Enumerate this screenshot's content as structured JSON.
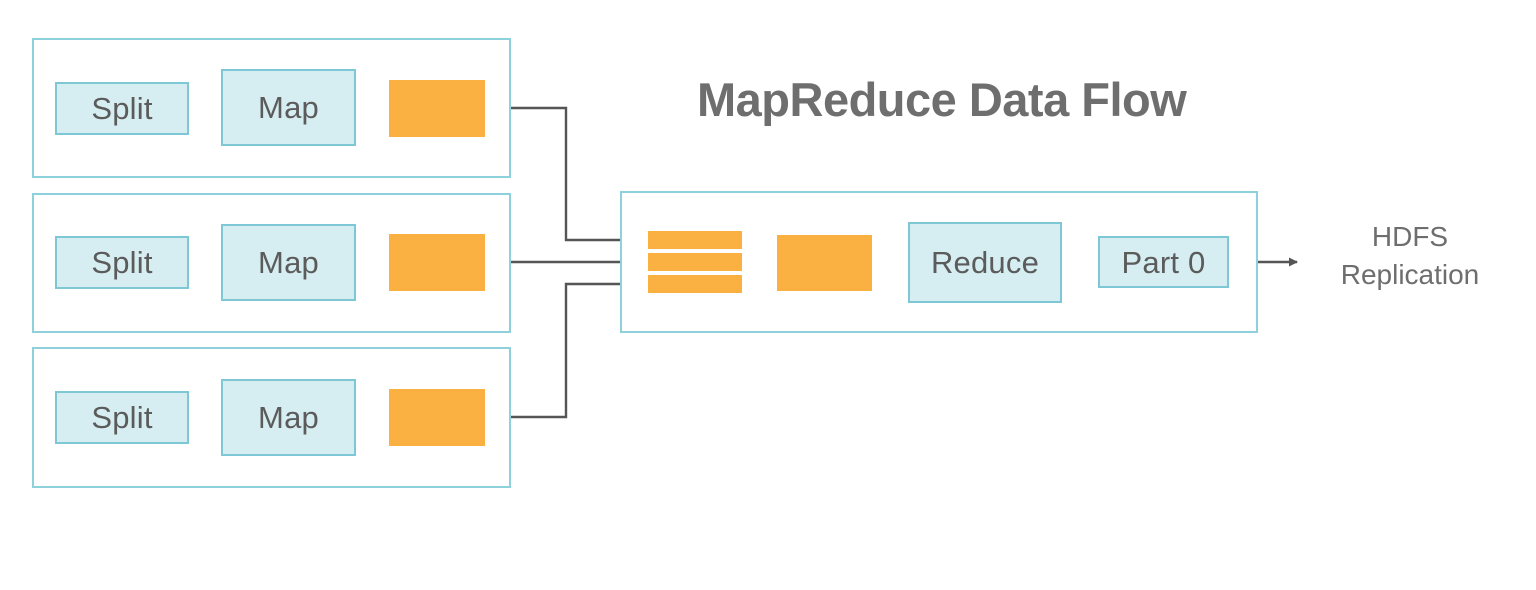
{
  "title": "MapReduce Data Flow",
  "colors": {
    "teal_fill": "#d6eef1",
    "teal_border": "#7ec8d6",
    "lane_border": "#8ed1dd",
    "orange": "#fbb042",
    "text_gray": "#5b5b5b",
    "title_gray": "#6e6e6e",
    "arrow_gray": "#555555",
    "background": "#ffffff"
  },
  "map_lanes": [
    {
      "split_label": "Split",
      "map_label": "Map",
      "output_label": ""
    },
    {
      "split_label": "Split",
      "map_label": "Map",
      "output_label": ""
    },
    {
      "split_label": "Split",
      "map_label": "Map",
      "output_label": ""
    }
  ],
  "reduce_stage": {
    "merge_bars": [
      "",
      "",
      ""
    ],
    "sort_label": "",
    "reduce_label": "Reduce",
    "output_label": "Part 0"
  },
  "sink": {
    "line1": "HDFS",
    "line2": "Replication"
  },
  "icons": {
    "arrow": "arrow-right-icon"
  }
}
